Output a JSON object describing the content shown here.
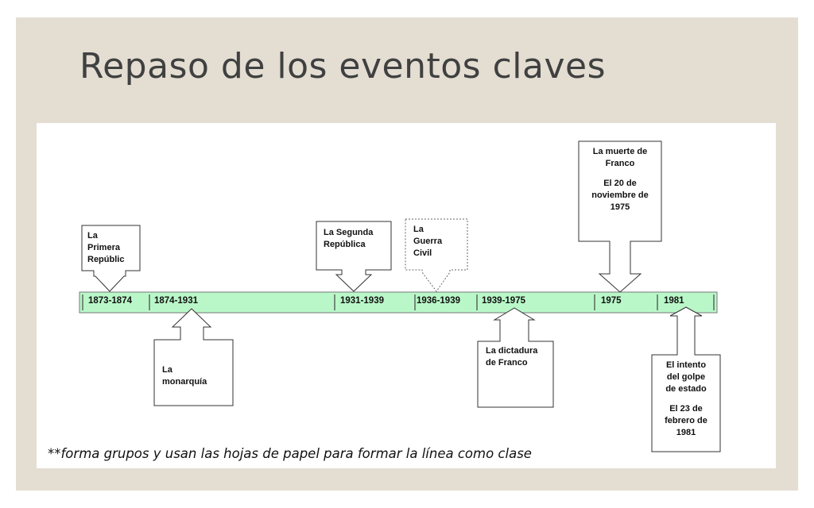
{
  "slide": {
    "title": "Repaso de los eventos claves",
    "note": "**forma grupos y usan las hojas de papel para formar la línea como clase"
  },
  "timeline": {
    "bar_color": "#b9f7c8",
    "segments": [
      "1873-1874",
      "1874-1931",
      "1931-1939",
      "1936-1939",
      "1939-1975",
      "1975",
      "1981"
    ]
  },
  "events": {
    "primera_republica": {
      "lines": [
        "La",
        "Primera",
        "Repúblic"
      ]
    },
    "monarquia": {
      "lines": [
        "La",
        "monarquía"
      ]
    },
    "segunda_republica": {
      "lines": [
        "La Segunda",
        "República"
      ]
    },
    "guerra_civil": {
      "lines": [
        "La",
        "Guerra",
        "Civil"
      ]
    },
    "dictadura": {
      "lines": [
        "La dictadura",
        "de Franco"
      ]
    },
    "muerte_franco": {
      "title": [
        "La muerte de",
        "Franco"
      ],
      "date": [
        "El 20 de",
        "noviembre de",
        "1975"
      ]
    },
    "golpe": {
      "title": [
        "El intento",
        "del golpe",
        "de estado"
      ],
      "date": [
        "El 23 de",
        "febrero de",
        "1981"
      ]
    }
  }
}
